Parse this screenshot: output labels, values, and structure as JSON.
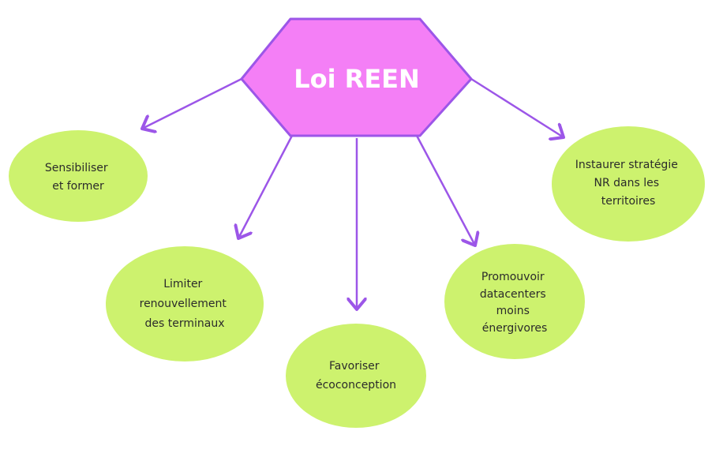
{
  "diagram": {
    "center": {
      "label": "Loi REEN"
    },
    "nodes": [
      {
        "id": "sensibiliser",
        "lines": [
          "Sensibiliser",
          "et former"
        ]
      },
      {
        "id": "limiter",
        "lines": [
          "Limiter",
          "renouvellement",
          "des terminaux"
        ]
      },
      {
        "id": "favoriser",
        "lines": [
          "Favoriser",
          "écoconception"
        ]
      },
      {
        "id": "promouvoir",
        "lines": [
          "Promouvoir",
          "datacenters",
          "moins",
          "énergivores"
        ]
      },
      {
        "id": "instaurer",
        "lines": [
          "Instaurer stratégie",
          "NR dans les",
          "territoires"
        ]
      }
    ],
    "colors": {
      "hexagon_fill": "#f47ff6",
      "hexagon_stroke": "#9c56e8",
      "node_fill": "#cdf26e",
      "arrow": "#9c56e8"
    }
  }
}
